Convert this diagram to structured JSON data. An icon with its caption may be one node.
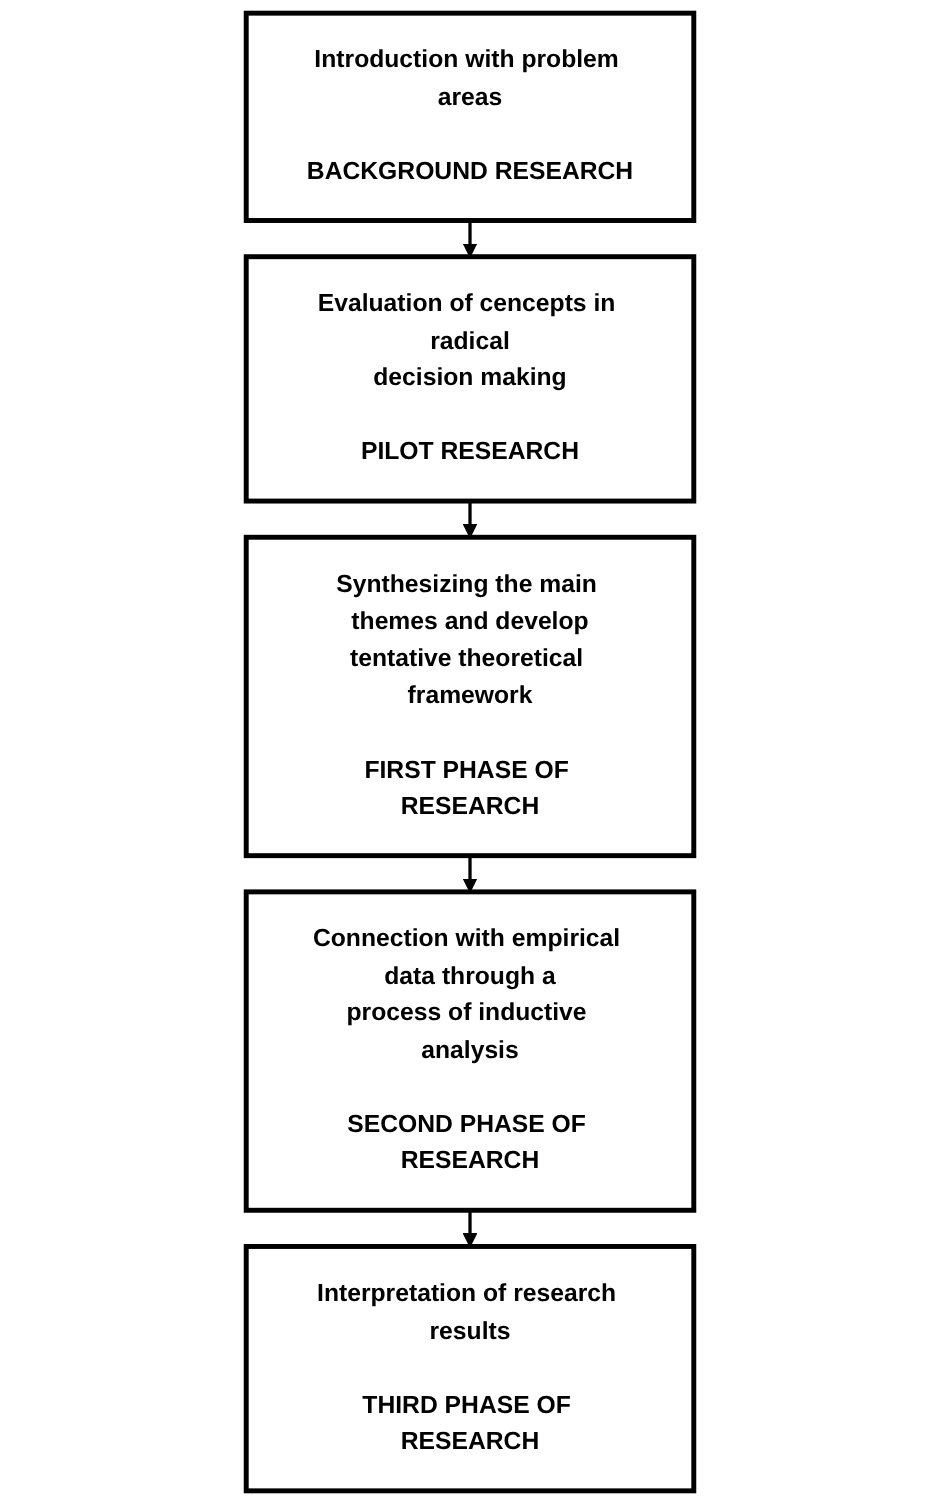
{
  "diagram": {
    "nodes": [
      {
        "text": [
          "Introduction with problem areas",
          "BACKGROUND RESEARCH"
        ]
      },
      {
        "text": [
          "Evaluation of cencepts in radical decision making",
          "PILOT RESEARCH"
        ]
      },
      {
        "text": [
          "Synthesizing the main themes and develop tentative theoretical framework",
          "FIRST PHASE OF RESEARCH"
        ]
      },
      {
        "text": [
          "Connection with empirical data through a process of inductive analysis",
          "SECOND PHASE OF RESEARCH"
        ]
      },
      {
        "text": [
          "Interpretation of research results",
          "THIRD PHASE OF RESEARCH"
        ]
      }
    ],
    "edges": [
      {
        "from": 0,
        "to": 1,
        "arrow": "to"
      },
      {
        "from": 1,
        "to": 2,
        "arrow": "to"
      },
      {
        "from": 2,
        "to": 3,
        "arrow": "to"
      },
      {
        "from": 3,
        "to": 4,
        "arrow": "to"
      }
    ]
  }
}
